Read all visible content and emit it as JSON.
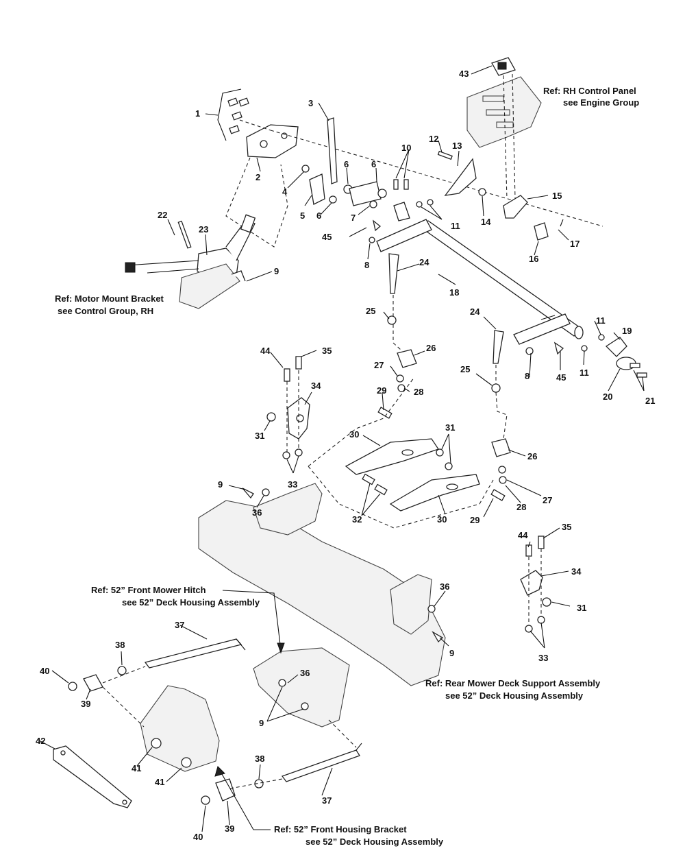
{
  "callouts": [
    {
      "n": "1"
    },
    {
      "n": "2"
    },
    {
      "n": "3"
    },
    {
      "n": "4"
    },
    {
      "n": "5"
    },
    {
      "n": "6"
    },
    {
      "n": "6"
    },
    {
      "n": "6"
    },
    {
      "n": "7"
    },
    {
      "n": "8"
    },
    {
      "n": "8"
    },
    {
      "n": "9"
    },
    {
      "n": "9"
    },
    {
      "n": "9"
    },
    {
      "n": "9"
    },
    {
      "n": "10"
    },
    {
      "n": "11"
    },
    {
      "n": "11"
    },
    {
      "n": "11"
    },
    {
      "n": "12"
    },
    {
      "n": "13"
    },
    {
      "n": "14"
    },
    {
      "n": "15"
    },
    {
      "n": "16"
    },
    {
      "n": "17"
    },
    {
      "n": "18"
    },
    {
      "n": "19"
    },
    {
      "n": "20"
    },
    {
      "n": "21"
    },
    {
      "n": "22"
    },
    {
      "n": "23"
    },
    {
      "n": "24"
    },
    {
      "n": "24"
    },
    {
      "n": "25"
    },
    {
      "n": "25"
    },
    {
      "n": "26"
    },
    {
      "n": "26"
    },
    {
      "n": "27"
    },
    {
      "n": "27"
    },
    {
      "n": "28"
    },
    {
      "n": "28"
    },
    {
      "n": "29"
    },
    {
      "n": "29"
    },
    {
      "n": "30"
    },
    {
      "n": "30"
    },
    {
      "n": "31"
    },
    {
      "n": "31"
    },
    {
      "n": "31"
    },
    {
      "n": "32"
    },
    {
      "n": "33"
    },
    {
      "n": "33"
    },
    {
      "n": "34"
    },
    {
      "n": "34"
    },
    {
      "n": "35"
    },
    {
      "n": "35"
    },
    {
      "n": "36"
    },
    {
      "n": "36"
    },
    {
      "n": "36"
    },
    {
      "n": "37"
    },
    {
      "n": "37"
    },
    {
      "n": "38"
    },
    {
      "n": "38"
    },
    {
      "n": "39"
    },
    {
      "n": "39"
    },
    {
      "n": "40"
    },
    {
      "n": "40"
    },
    {
      "n": "41"
    },
    {
      "n": "41"
    },
    {
      "n": "42"
    },
    {
      "n": "43"
    },
    {
      "n": "44"
    },
    {
      "n": "44"
    },
    {
      "n": "45"
    },
    {
      "n": "45"
    }
  ],
  "references": [
    {
      "line1": "Ref: RH Control Panel",
      "line2": "see Engine Group"
    },
    {
      "line1": "Ref: Motor Mount Bracket",
      "line2": "see   Control Group, RH"
    },
    {
      "line1": "Ref: 52” Front Mower Hitch",
      "line2": "see 52” Deck Housing Assembly"
    },
    {
      "line1": "Ref: Rear Mower Deck Support Assembly",
      "line2": "see 52” Deck Housing Assembly"
    },
    {
      "line1": "Ref: 52” Front Housing Bracket",
      "line2": "see 52” Deck Housing Assembly"
    }
  ]
}
